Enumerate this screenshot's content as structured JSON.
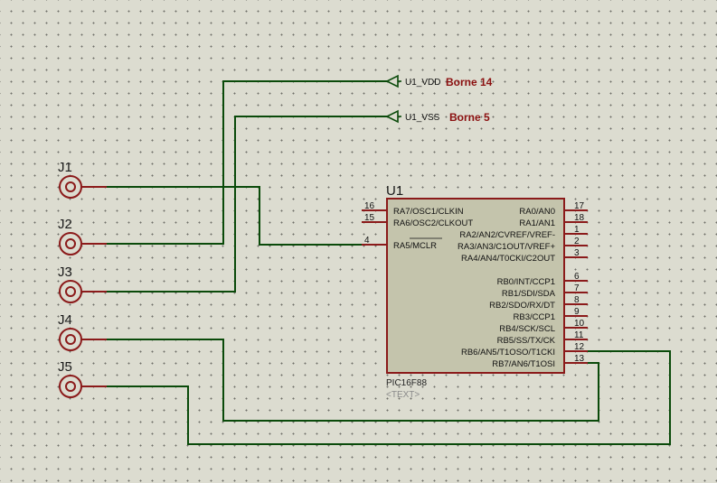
{
  "connectors": [
    {
      "ref": "J1"
    },
    {
      "ref": "J2"
    },
    {
      "ref": "J3"
    },
    {
      "ref": "J4"
    },
    {
      "ref": "J5"
    }
  ],
  "terminals": [
    {
      "name": "U1_VDD",
      "label": "Borne 14"
    },
    {
      "name": "U1_VSS",
      "label": "Borne 5"
    }
  ],
  "chip": {
    "ref": "U1",
    "part": "PIC16F88",
    "text": "<TEXT>",
    "left_pins": [
      {
        "num": "16",
        "name": "RA7/OSC1/CLKIN"
      },
      {
        "num": "15",
        "name": "RA6/OSC2/CLKOUT"
      },
      {
        "num": "4",
        "name": "RA5/MCLR"
      }
    ],
    "right_pins": [
      {
        "num": "17",
        "name": "RA0/AN0"
      },
      {
        "num": "18",
        "name": "RA1/AN1"
      },
      {
        "num": "1",
        "name": "RA2/AN2/CVREF/VREF-"
      },
      {
        "num": "2",
        "name": "RA3/AN3/C1OUT/VREF+"
      },
      {
        "num": "3",
        "name": "RA4/AN4/T0CKI/C2OUT"
      },
      {
        "num": "6",
        "name": "RB0/INT/CCP1"
      },
      {
        "num": "7",
        "name": "RB1/SDI/SDA"
      },
      {
        "num": "8",
        "name": "RB2/SDO/RX/DT"
      },
      {
        "num": "9",
        "name": "RB3/CCP1"
      },
      {
        "num": "10",
        "name": "RB4/SCK/SCL"
      },
      {
        "num": "11",
        "name": "RB5/SS/TX/CK"
      },
      {
        "num": "12",
        "name": "RB6/AN5/T1OSO/T1CKI"
      },
      {
        "num": "13",
        "name": "RB7/AN6/T1OSI"
      }
    ]
  },
  "colors": {
    "wire": "#0a4a0a",
    "pin": "#8b1a1a",
    "chip_fill": "#c4c4ac",
    "terminal_label": "#8b1010"
  }
}
